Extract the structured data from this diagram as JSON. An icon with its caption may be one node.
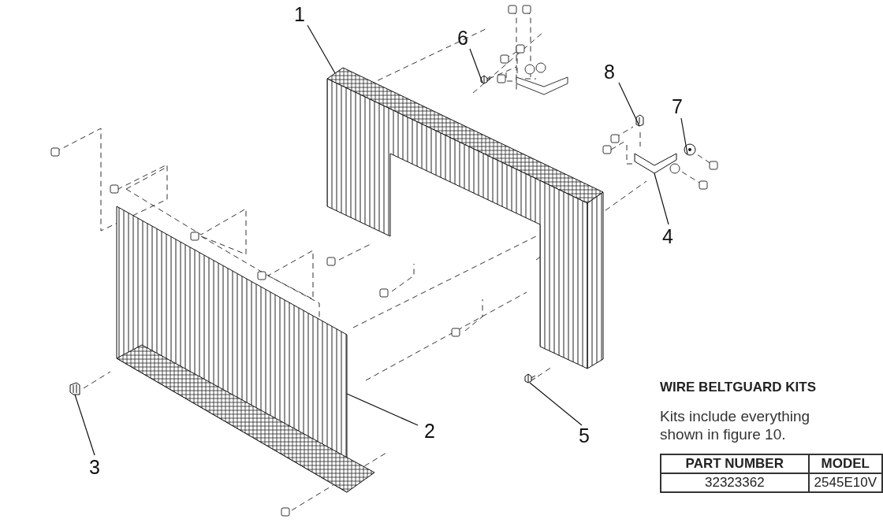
{
  "diagram": {
    "nodes": [
      {
        "text": [
          "1"
        ]
      },
      {
        "text": [],
        "shape": "picture"
      },
      {
        "text": [
          "2"
        ]
      },
      {
        "text": [],
        "shape": "picture"
      },
      {
        "text": [
          "3"
        ]
      },
      {
        "text": [],
        "shape": "picture"
      },
      {
        "text": [
          "4"
        ]
      },
      {
        "text": [],
        "shape": "picture"
      },
      {
        "text": [
          "5"
        ]
      },
      {
        "text": [],
        "shape": "picture"
      },
      {
        "text": [
          "6"
        ]
      },
      {
        "text": [],
        "shape": "picture"
      },
      {
        "text": [
          "7"
        ]
      },
      {
        "text": [],
        "shape": "picture"
      },
      {
        "text": [
          "8"
        ]
      },
      {
        "text": [],
        "shape": "picture"
      }
    ],
    "edges": [
      {
        "from": 0,
        "to": 1,
        "arrow": "none"
      },
      {
        "from": 2,
        "to": 3,
        "arrow": "none"
      },
      {
        "from": 4,
        "to": 5,
        "arrow": "none"
      },
      {
        "from": 6,
        "to": 7,
        "arrow": "none"
      },
      {
        "from": 8,
        "to": 9,
        "arrow": "none"
      },
      {
        "from": 10,
        "to": 11,
        "arrow": "none"
      },
      {
        "from": 12,
        "to": 13,
        "arrow": "none"
      },
      {
        "from": 14,
        "to": 15,
        "arrow": "none"
      }
    ],
    "labels": [
      "WIRE BELTGUARD KITS",
      "Kits include everything shown in figure 10.",
      "PART NUMBER",
      "MODEL",
      "32323362",
      "2545E10V"
    ]
  }
}
